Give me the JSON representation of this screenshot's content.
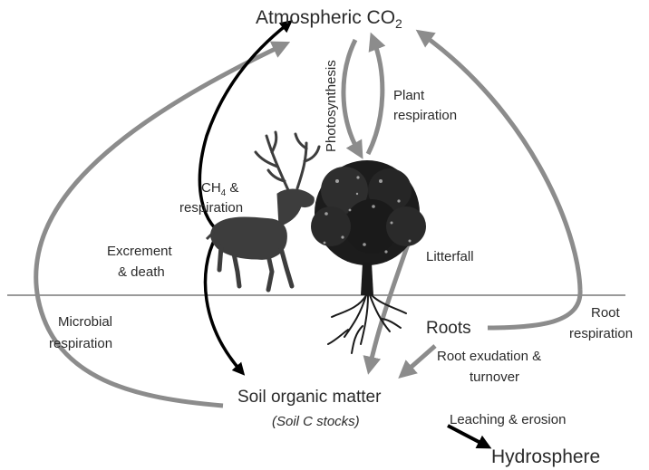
{
  "nodes": {
    "atmosphere": "Atmospheric CO",
    "atmosphere_sub": "2",
    "roots": "Roots",
    "soil": "Soil organic matter",
    "soil_sub": "(Soil C stocks)",
    "hydrosphere": "Hydrosphere"
  },
  "flows": {
    "photosynthesis": "Photosynthesis",
    "plant_resp_1": "Plant",
    "plant_resp_2": "respiration",
    "ch4": "CH",
    "ch4_sub": "4",
    "ch4_amp": " &",
    "ch4_resp": "respiration",
    "excrement_1": "Excrement",
    "excrement_2": "& death",
    "litterfall": "Litterfall",
    "microbial_1": "Microbial",
    "microbial_2": "respiration",
    "root_resp_1": "Root",
    "root_resp_2": "respiration",
    "exudation_1": "Root exudation &",
    "exudation_2": "turnover",
    "leaching": "Leaching & erosion"
  },
  "colors": {
    "grey_arrow": "#8c8c8c",
    "black_arrow": "#000000",
    "text": "#2a2a2a",
    "ground": "#9a9a9a"
  },
  "icons": [
    "elk-icon",
    "tree-icon"
  ]
}
